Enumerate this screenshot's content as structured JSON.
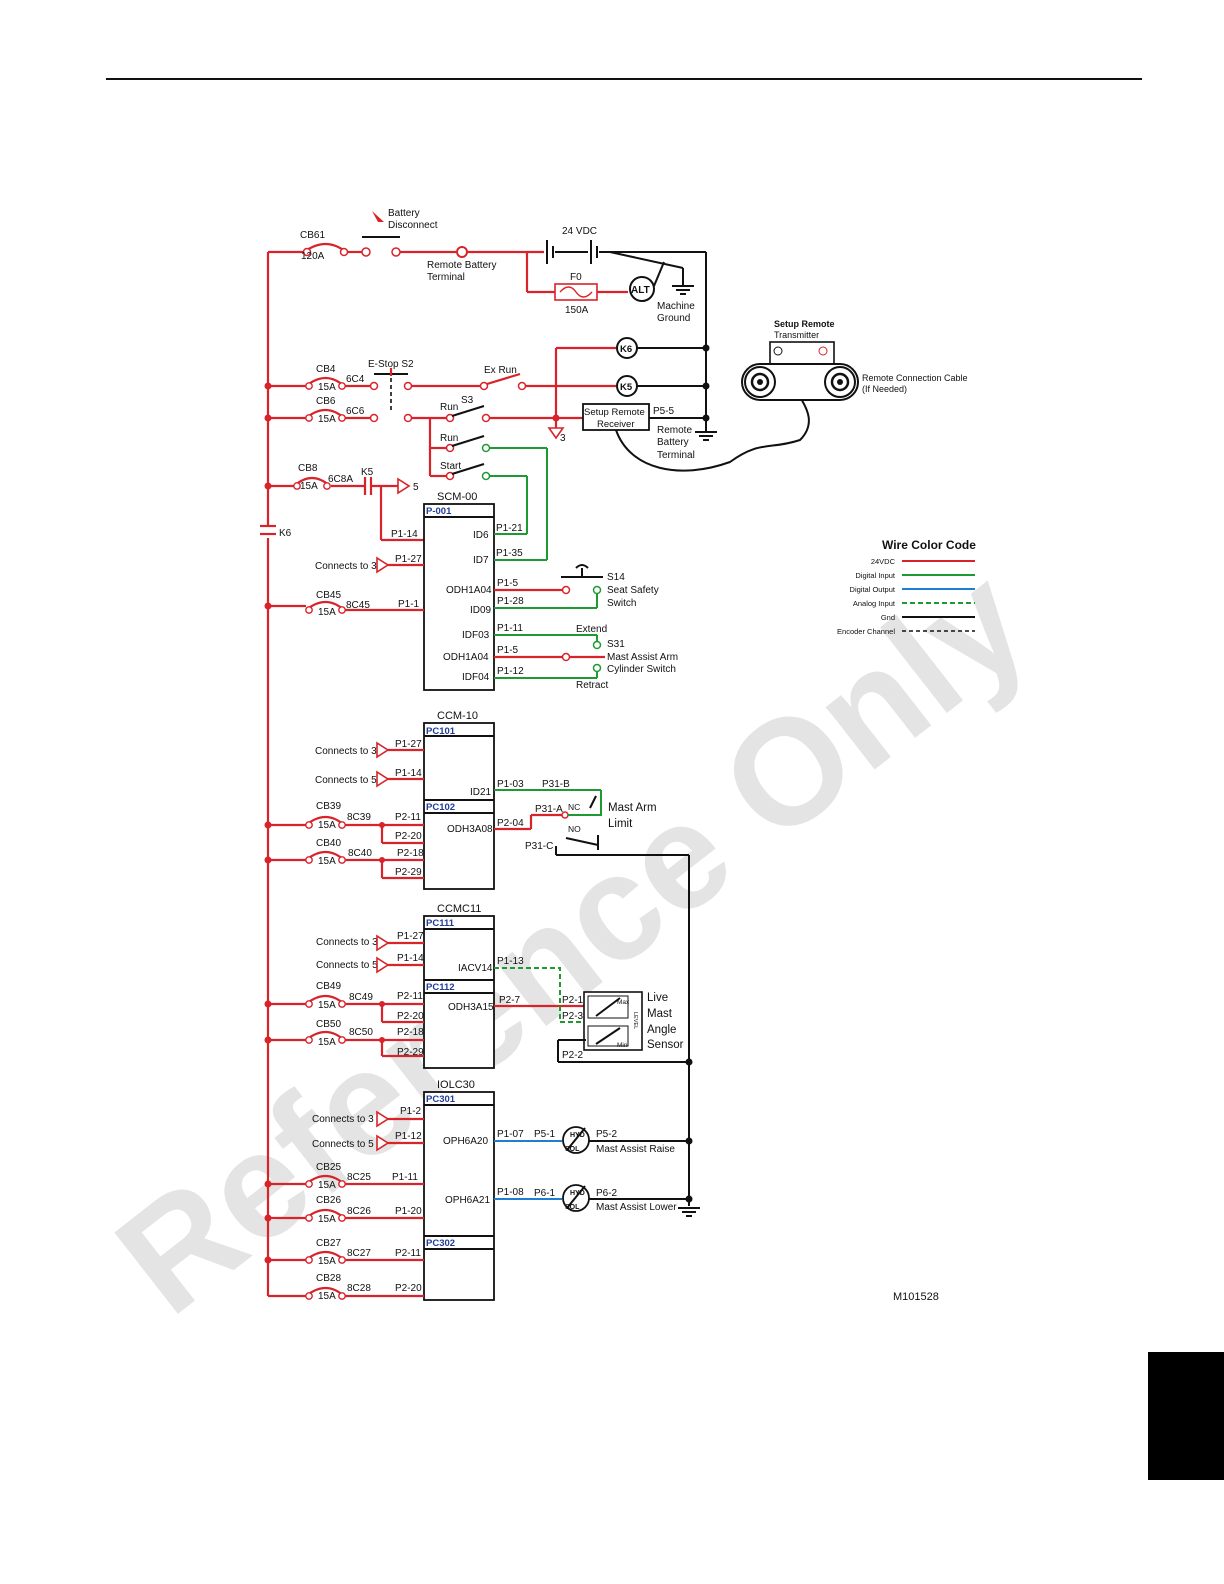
{
  "watermark": "Reference Only",
  "figure_id": "M101528",
  "legend": {
    "title": "Wire Color Code",
    "items": [
      {
        "label": "24VDC",
        "color": "#d8232a",
        "style": "solid"
      },
      {
        "label": "Digital Input",
        "color": "#1e9a32",
        "style": "solid"
      },
      {
        "label": "Digital Output",
        "color": "#1d7fd1",
        "style": "solid"
      },
      {
        "label": "Analog Input",
        "color": "#1e9a32",
        "style": "dashed"
      },
      {
        "label": "Gnd",
        "color": "#111111",
        "style": "solid"
      },
      {
        "label": "Encoder Channel",
        "color": "#111111",
        "style": "dashed"
      }
    ]
  },
  "power": {
    "cb61": "CB61",
    "cb61_rating": "120A",
    "battery_disconnect_1": "Battery",
    "battery_disconnect_2": "Disconnect",
    "remote_battery_terminal_1": "Remote Battery",
    "remote_battery_terminal_2": "Terminal",
    "battery": "24 VDC",
    "fuse": "F0",
    "fuse_rating": "150A",
    "alt": "ALT",
    "machine_ground_1": "Machine",
    "machine_ground_2": "Ground",
    "k6": "K6",
    "k5": "K5",
    "rail_k6": "K6",
    "cb4": "CB4",
    "cb4_rating": "15A",
    "w6c4": "6C4",
    "cb6": "CB6",
    "cb6_rating": "15A",
    "w6c6": "6C6",
    "estop": "E-Stop S2",
    "ex_run": "Ex Run",
    "s3": "S3",
    "run1": "Run",
    "run2": "Run",
    "start": "Start",
    "setup_receiver_1": "Setup Remote",
    "setup_receiver_2": "Receiver",
    "p5_5": "P5-5",
    "ref3": "3",
    "remote_batt_1": "Remote",
    "remote_batt_2": "Battery",
    "remote_batt_3": "Terminal",
    "cb8": "CB8",
    "cb8_rating": "15A",
    "w6c8a": "6C8A",
    "k5_contact": "K5",
    "ref5": "5",
    "transmitter_1": "Setup Remote",
    "transmitter_2": "Transmitter",
    "cable_1": "Remote Connection Cable",
    "cable_2": "(If Needed)"
  },
  "scm": {
    "title": "SCM-00",
    "port": "P-001",
    "p1_14": "P1-14",
    "id6": "ID6",
    "p1_21": "P1-21",
    "connects3": "Connects to 3",
    "p1_27": "P1-27",
    "id7": "ID7",
    "p1_35": "P1-35",
    "odh1a04a": "ODH1A04",
    "p1_5a": "P1-5",
    "cb45": "CB45",
    "cb45_rating": "15A",
    "w8c45": "8C45",
    "p1_1": "P1-1",
    "id09": "ID09",
    "p1_28": "P1-28",
    "s14": "S14",
    "seat_1": "Seat Safety",
    "seat_2": "Switch",
    "idf03": "IDF03",
    "p1_11": "P1-11",
    "extend": "Extend",
    "s31": "S31",
    "odh1a04b": "ODH1A04",
    "p1_5b": "P1-5",
    "mast_1": "Mast Assist Arm",
    "mast_2": "Cylinder Switch",
    "idf04": "IDF04",
    "p1_12": "P1-12",
    "retract": "Retract"
  },
  "ccm": {
    "title": "CCM-10",
    "port1": "PC101",
    "port2": "PC102",
    "connects3": "Connects to 3",
    "p1_27": "P1-27",
    "connects5": "Connects to 5",
    "p1_14": "P1-14",
    "id21": "ID21",
    "p1_03": "P1-03",
    "p31b": "P31-B",
    "cb39": "CB39",
    "cb39_rating": "15A",
    "w8c39": "8C39",
    "p2_11": "P2-11",
    "odh3a08": "ODH3A08",
    "p2_04": "P2-04",
    "p31a": "P31-A",
    "nc": "NC",
    "no": "NO",
    "p31c": "P31-C",
    "mast_limit_1": "Mast Arm",
    "mast_limit_2": "Limit",
    "p2_20": "P2-20",
    "cb40": "CB40",
    "cb40_rating": "15A",
    "w8c40": "8C40",
    "p2_18": "P2-18",
    "p2_29": "P2-29"
  },
  "ccmc": {
    "title": "CCMC11",
    "port1": "PC111",
    "port2": "PC112",
    "connects3": "Connects to 3",
    "p1_27": "P1-27",
    "connects5": "Connects to 5",
    "p1_14": "P1-14",
    "iacv14": "IACV14",
    "p1_13": "P1-13",
    "cb49": "CB49",
    "cb49_rating": "15A",
    "w8c49": "8C49",
    "p2_11": "P2-11",
    "odh3a15": "ODH3A15",
    "p2_7": "P2-7",
    "p2_1": "P2-1",
    "p2_3": "P2-3",
    "p2_2": "P2-2",
    "max": "Max",
    "min": "Min",
    "level": "LEVEL",
    "sensor_1": "Live",
    "sensor_2": "Mast",
    "sensor_3": "Angle",
    "sensor_4": "Sensor",
    "p2_20": "P2-20",
    "cb50": "CB50",
    "cb50_rating": "15A",
    "w8c50": "8C50",
    "p2_18": "P2-18",
    "p2_29": "P2-29"
  },
  "iolc": {
    "title": "IOLC30",
    "port1": "PC301",
    "port2": "PC302",
    "connects3": "Connects to 3",
    "p1_2": "P1-2",
    "connects5": "Connects to 5",
    "p1_12": "P1-12",
    "oph6a20": "OPH6A20",
    "p1_07": "P1-07",
    "p5_1": "P5-1",
    "p5_2": "P5-2",
    "hyd": "HYD",
    "sol": "SOL",
    "raise": "Mast Assist Raise",
    "cb25": "CB25",
    "cb25_rating": "15A",
    "w8c25": "8C25",
    "p1_11": "P1-11",
    "oph6a21": "OPH6A21",
    "p1_08": "P1-08",
    "p6_1": "P6-1",
    "p6_2": "P6-2",
    "hyd2": "HYD",
    "sol2": "SOL",
    "lower": "Mast Assist Lower",
    "cb26": "CB26",
    "cb26_rating": "15A",
    "w8c26": "8C26",
    "p1_20": "P1-20",
    "cb27": "CB27",
    "cb27_rating": "15A",
    "w8c27": "8C27",
    "p2_11": "P2-11",
    "cb28": "CB28",
    "cb28_rating": "15A",
    "w8c28": "8C28",
    "p2_20": "P2-20"
  }
}
